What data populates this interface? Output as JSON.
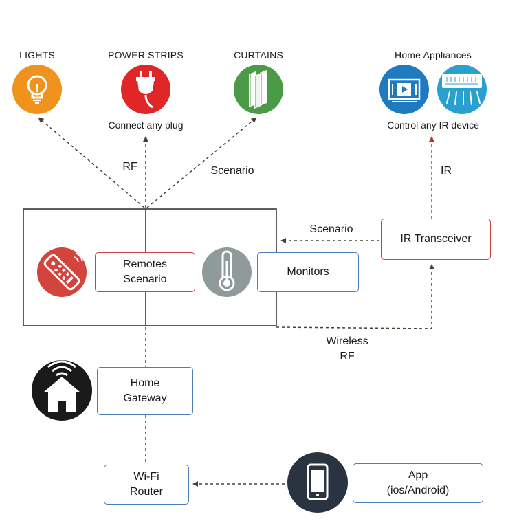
{
  "top_devices": {
    "lights": "LIGHTS",
    "power_strips": "POWER STRIPS",
    "power_strips_sub": "Connect any plug",
    "curtains": "CURTAINS",
    "home_appliances": "Home Appliances",
    "home_appliances_sub": "Control any IR  device"
  },
  "edge_labels": {
    "rf": "RF",
    "scenario_top": "Scenario",
    "ir": "IR",
    "scenario_mid": "Scenario",
    "wireless_rf": "Wireless\nRF"
  },
  "boxes": {
    "remotes_scenario": "Remotes\nScenario",
    "monitors": "Monitors",
    "ir_transceiver": "IR Transceiver",
    "home_gateway": "Home\nGateway",
    "wifi_router": "Wi-Fi\nRouter",
    "app": "App\n(ios/Android)"
  },
  "colors": {
    "lights": "#f0921c",
    "power": "#e02626",
    "curtains": "#4a9a48",
    "appliance_tv": "#1e7bc0",
    "appliance_ac": "#2aa0cf",
    "remote": "#d3453c",
    "thermometer": "#8e9b9a",
    "home": "#1a1a1a",
    "phone": "#2a3440",
    "red_border": "#c9443f",
    "blue_border": "#4a7fb8",
    "dashed_line": "#4a4030",
    "ir_line": "#c8302b"
  },
  "icons": [
    "lightbulb-icon",
    "plug-icon",
    "curtains-icon",
    "tv-icon",
    "air-conditioner-icon",
    "remote-control-icon",
    "thermometer-icon",
    "home-wifi-icon",
    "smartphone-icon"
  ]
}
